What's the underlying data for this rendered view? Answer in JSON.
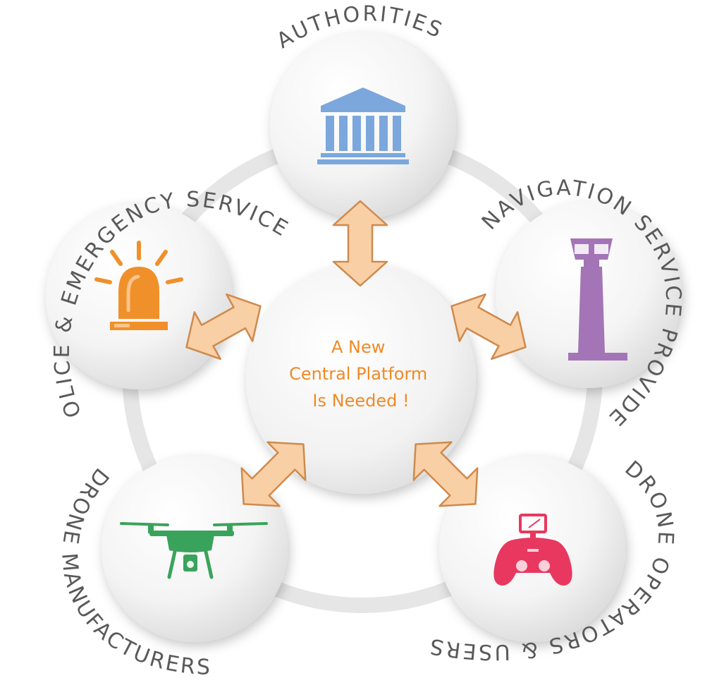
{
  "center": {
    "lines": [
      "A New",
      "Central Platform",
      "Is Needed !"
    ],
    "text_color": "#f08a26"
  },
  "stakeholders": {
    "authorities": {
      "label": "AUTHORITIES",
      "icon": "government-building-icon",
      "color": "#7ba7dd"
    },
    "ansp": {
      "label": "AIR NAVIGATION SERVICE PROVIDERS",
      "icon": "control-tower-icon",
      "color": "#a374b6"
    },
    "operators": {
      "label": "DRONE OPERATORS & USERS",
      "icon": "game-controller-icon",
      "color": "#e8385f"
    },
    "manufacturers": {
      "label": "DRONE MANUFACTURERS",
      "icon": "drone-icon",
      "color": "#3aa35b"
    },
    "police": {
      "label": "POLICE & EMERGENCY SERVICES",
      "icon": "siren-icon",
      "color": "#f0902a"
    }
  },
  "arrow_style": {
    "fill": "#f9cfa6",
    "stroke": "#cf8a4c"
  },
  "label_color": "#595959"
}
